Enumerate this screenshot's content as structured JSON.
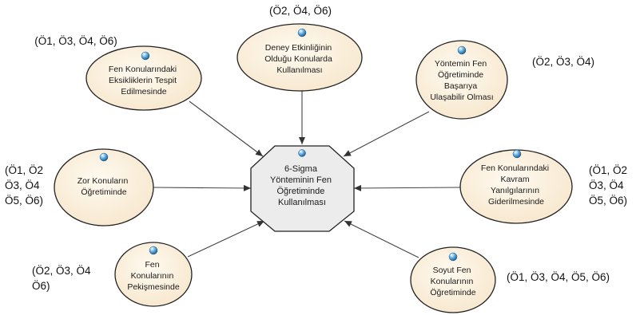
{
  "center": {
    "lines": [
      "6-Sigma",
      "Yönteminin Fen",
      "Öğretiminde",
      "Kullanılması"
    ]
  },
  "nodes": [
    {
      "id": "deney",
      "lines": [
        "Deney Etkinliğinin",
        "Olduğu Konularda",
        "Kullanılması"
      ],
      "refs": [
        "(Ö2, Ö4, Ö6)"
      ]
    },
    {
      "id": "eksiklik",
      "lines": [
        "Fen Konularındaki",
        "Eksikliklerin Tespit",
        "Edilmesinde"
      ],
      "refs": [
        "(Ö1, Ö3, Ö4, Ö6)"
      ]
    },
    {
      "id": "yontem",
      "lines": [
        "Yöntemin Fen",
        "Öğretiminde",
        "Başarıya",
        "Ulaşabilir Olması"
      ],
      "refs": [
        "(Ö2, Ö3, Ö4)"
      ]
    },
    {
      "id": "zor",
      "lines": [
        "Zor Konuların",
        "Öğretiminde"
      ],
      "refs": [
        "(Ö1, Ö2",
        "Ö3, Ö4",
        "Ö5, Ö6)"
      ]
    },
    {
      "id": "kavram",
      "lines": [
        "Fen Konularındaki",
        "Kavram",
        "Yanılgılarının",
        "Giderilmesinde"
      ],
      "refs": [
        "(Ö1, Ö2",
        "Ö3, Ö4",
        "Ö5, Ö6)"
      ]
    },
    {
      "id": "pekisme",
      "lines": [
        "Fen",
        "Konularının",
        "Pekişmesinde"
      ],
      "refs": [
        "(Ö2, Ö3, Ö4",
        "Ö6)"
      ]
    },
    {
      "id": "soyut",
      "lines": [
        "Soyut Fen",
        "Konularının",
        "Öğretiminde"
      ],
      "refs": [
        "(Ö1, Ö3, Ö4, Ö5, Ö6)"
      ]
    }
  ]
}
